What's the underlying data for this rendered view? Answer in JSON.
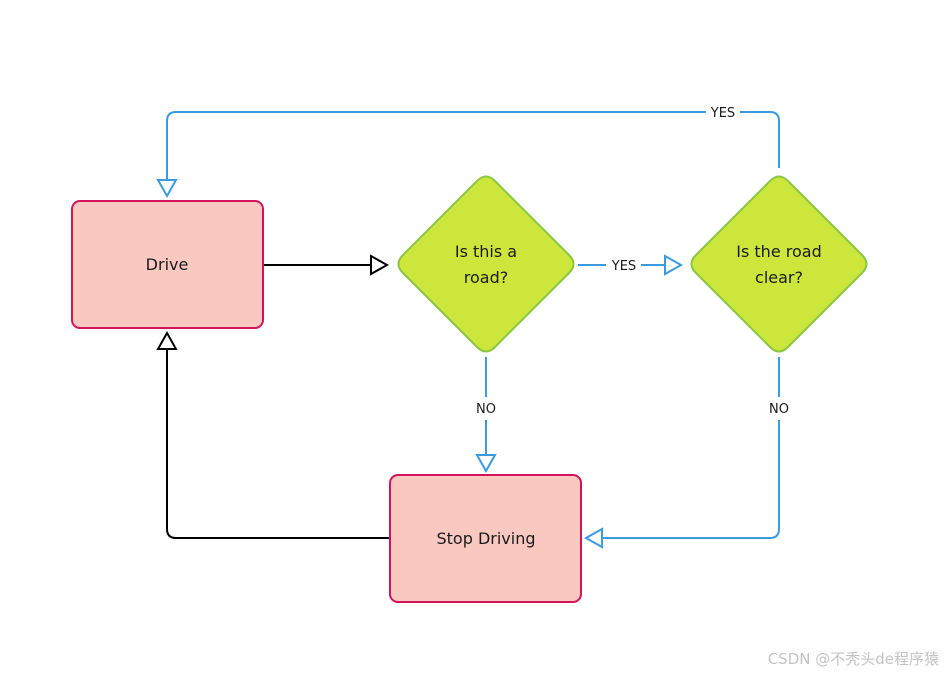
{
  "nodes": {
    "drive": {
      "label": "Drive"
    },
    "is_road": {
      "label_line1": "Is this a",
      "label_line2": "road?"
    },
    "is_clear": {
      "label_line1": "Is the road",
      "label_line2": "clear?"
    },
    "stop": {
      "label": "Stop Driving"
    }
  },
  "edges": {
    "road_yes": "YES",
    "road_no": "NO",
    "clear_yes": "YES",
    "clear_no": "NO"
  },
  "colors": {
    "rect_fill": "#f9c8c0",
    "rect_stroke": "#d4145a",
    "diamond_fill": "#cde63c",
    "diamond_stroke": "#8cc63f",
    "blue_line": "#3b9be0",
    "black_line": "#000000"
  },
  "watermark": "CSDN @不秃头de程序猿"
}
